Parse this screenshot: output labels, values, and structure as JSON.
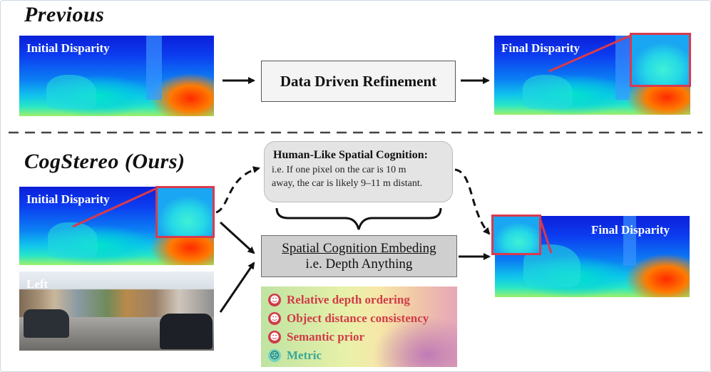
{
  "top": {
    "title": "Previous",
    "initial_label": "Initial Disparity",
    "process_label": "Data Driven Refinement",
    "final_label": "Final Disparity"
  },
  "bottom": {
    "title": "CogStereo (Ours)",
    "initial_label": "Initial Disparity",
    "left_label": "Left",
    "cognition": {
      "heading": "Human-Like Spatial Cognition:",
      "line1": "i.e. If one pixel on the car is 10 m",
      "line2": "away, the car is likely 9–11 m distant."
    },
    "embedding": {
      "title": "Spatial Cognition Embeding",
      "subtitle": "i.e. Depth Anything"
    },
    "properties": [
      {
        "label": "Relative depth ordering",
        "status": "good",
        "color": "#d13b48"
      },
      {
        "label": "Object distance consistency",
        "status": "good",
        "color": "#d13b48"
      },
      {
        "label": "Semantic prior",
        "status": "good",
        "color": "#d13b48"
      },
      {
        "label": "Metric",
        "status": "meh",
        "color": "#3aa898"
      }
    ],
    "final_label": "Final Disparity"
  },
  "colors": {
    "inset_border": "#d93a4e",
    "arrow": "#111111",
    "divider": "#444444"
  }
}
